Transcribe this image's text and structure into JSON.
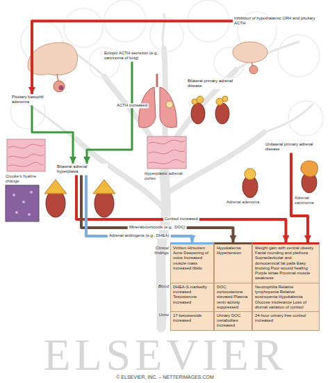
{
  "diagram": {
    "nodes": [
      {
        "text": [
          "Pituitary basophil adenoma"
        ]
      },
      {
        "text": [
          "Ectopic ACTH secretion (e.g., carcinoma of lung)"
        ]
      },
      {
        "text": [
          "Bilateral adrenal hyperplasia"
        ]
      },
      {
        "text": [
          "Bilateral primary adrenal disease"
        ]
      },
      {
        "text": [
          "Unilateral primary adrenal disease"
        ]
      },
      {
        "text": [
          "Inhibition of hypothalamic CRH and pituitary ACTH"
        ]
      },
      {
        "text": [
          "Virilism Hirsutism Acne Deepening of voice Increased muscle mass Increased libido",
          "DHEA-S markedly increased Testosterone increased",
          "17-ketosteroids increased"
        ]
      },
      {
        "text": [
          "Hypokalemia Hypertension",
          "DOC, corticosterone elevated Plasma renin activity suppressed",
          "Urinary DOC metabolites increased"
        ]
      },
      {
        "text": [
          "Weight gain with central obesity Facial rounding and plethora Supraclavicular and dorsocervical fat pads Easy bruising Poor wound healing Purple striae Proximal muscle weakness",
          "Neutrophilia Relative lymphopenia Relative eosinopenia Hypokalemia Glucose intolerance Loss of diurnal variation of cortisol",
          "24-hour urinary free cortisol increased"
        ]
      }
    ],
    "edges": [
      {
        "from": 0,
        "to": 2,
        "arrow": "to"
      },
      {
        "from": 1,
        "to": 2,
        "label": "ACTH increased",
        "arrow": "to"
      },
      {
        "from": 2,
        "to": 8,
        "label": "Cortisol increased",
        "arrow": "to"
      },
      {
        "from": 2,
        "to": 7,
        "label": "Mineralocorticoids (e.g., DOC)",
        "arrow": "to"
      },
      {
        "from": 2,
        "to": 6,
        "label": "Adrenal androgens (e.g., DHEA)",
        "arrow": "to"
      },
      {
        "from": 4,
        "to": 8,
        "arrow": "to"
      },
      {
        "from": 5,
        "to": 0,
        "arrow": "to"
      }
    ],
    "labels": [
      "Crooke's hyaline change",
      "Hyperplastic adrenal cortex",
      "Adrenal adenoma",
      "Adrenal carcinoma",
      "Clinical findings",
      "Blood",
      "Urine",
      "ELSEVIER",
      "© ELSEVIER, INC. – NETTERIMAGES.COM"
    ]
  }
}
